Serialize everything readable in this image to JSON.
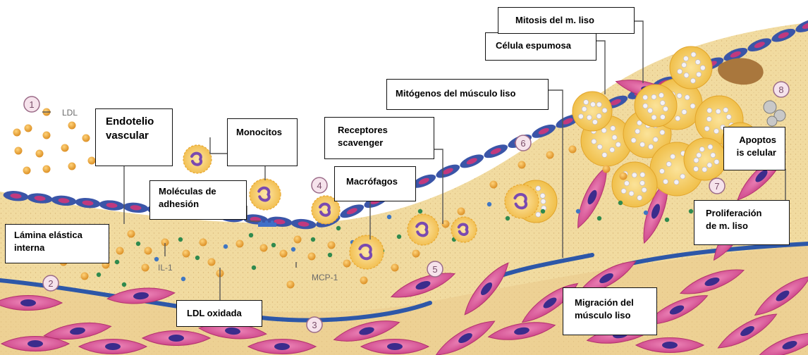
{
  "steps": [
    "1",
    "2",
    "3",
    "4",
    "5",
    "6",
    "7",
    "8"
  ],
  "figure_text": {
    "ldl": "LDL",
    "il1": "IL-1",
    "mcp1": "MCP-1"
  },
  "labels": {
    "endotelio_line1": "Endotelio",
    "endotelio_line2": "vascular",
    "monocitos": "Monocitos",
    "moleculas_line1": "Moléculas de",
    "moleculas_line2": "adhesión",
    "lamina_line1": "Lámina elástica",
    "lamina_line2": "interna",
    "ldl_oxidada": "LDL oxidada",
    "macrofagos": "Macrófagos",
    "receptores_line1": "Receptores",
    "receptores_line2": "scavenger",
    "mitogenos": "Mitógenos del músculo liso",
    "celula_espumosa": "Célula espumosa",
    "mitosis": "Mitosis del m. liso",
    "apoptosis_line1": "Apoptos",
    "apoptosis_line2": "is celular",
    "proliferacion_line1": "Proliferación",
    "proliferacion_line2": "de m. liso",
    "migracion_line1": "Migración del",
    "migracion_line2": "músculo liso"
  },
  "colors": {
    "intima": "#f1dba0",
    "endothelium": "#3a55a8",
    "smooth_muscle": "#dc4f92",
    "ldl_particle": "#e8a534",
    "chemokine_green": "#2f8a4e",
    "elastic_lamina": "#2d57a8",
    "foam_cell": "#f6c845"
  }
}
